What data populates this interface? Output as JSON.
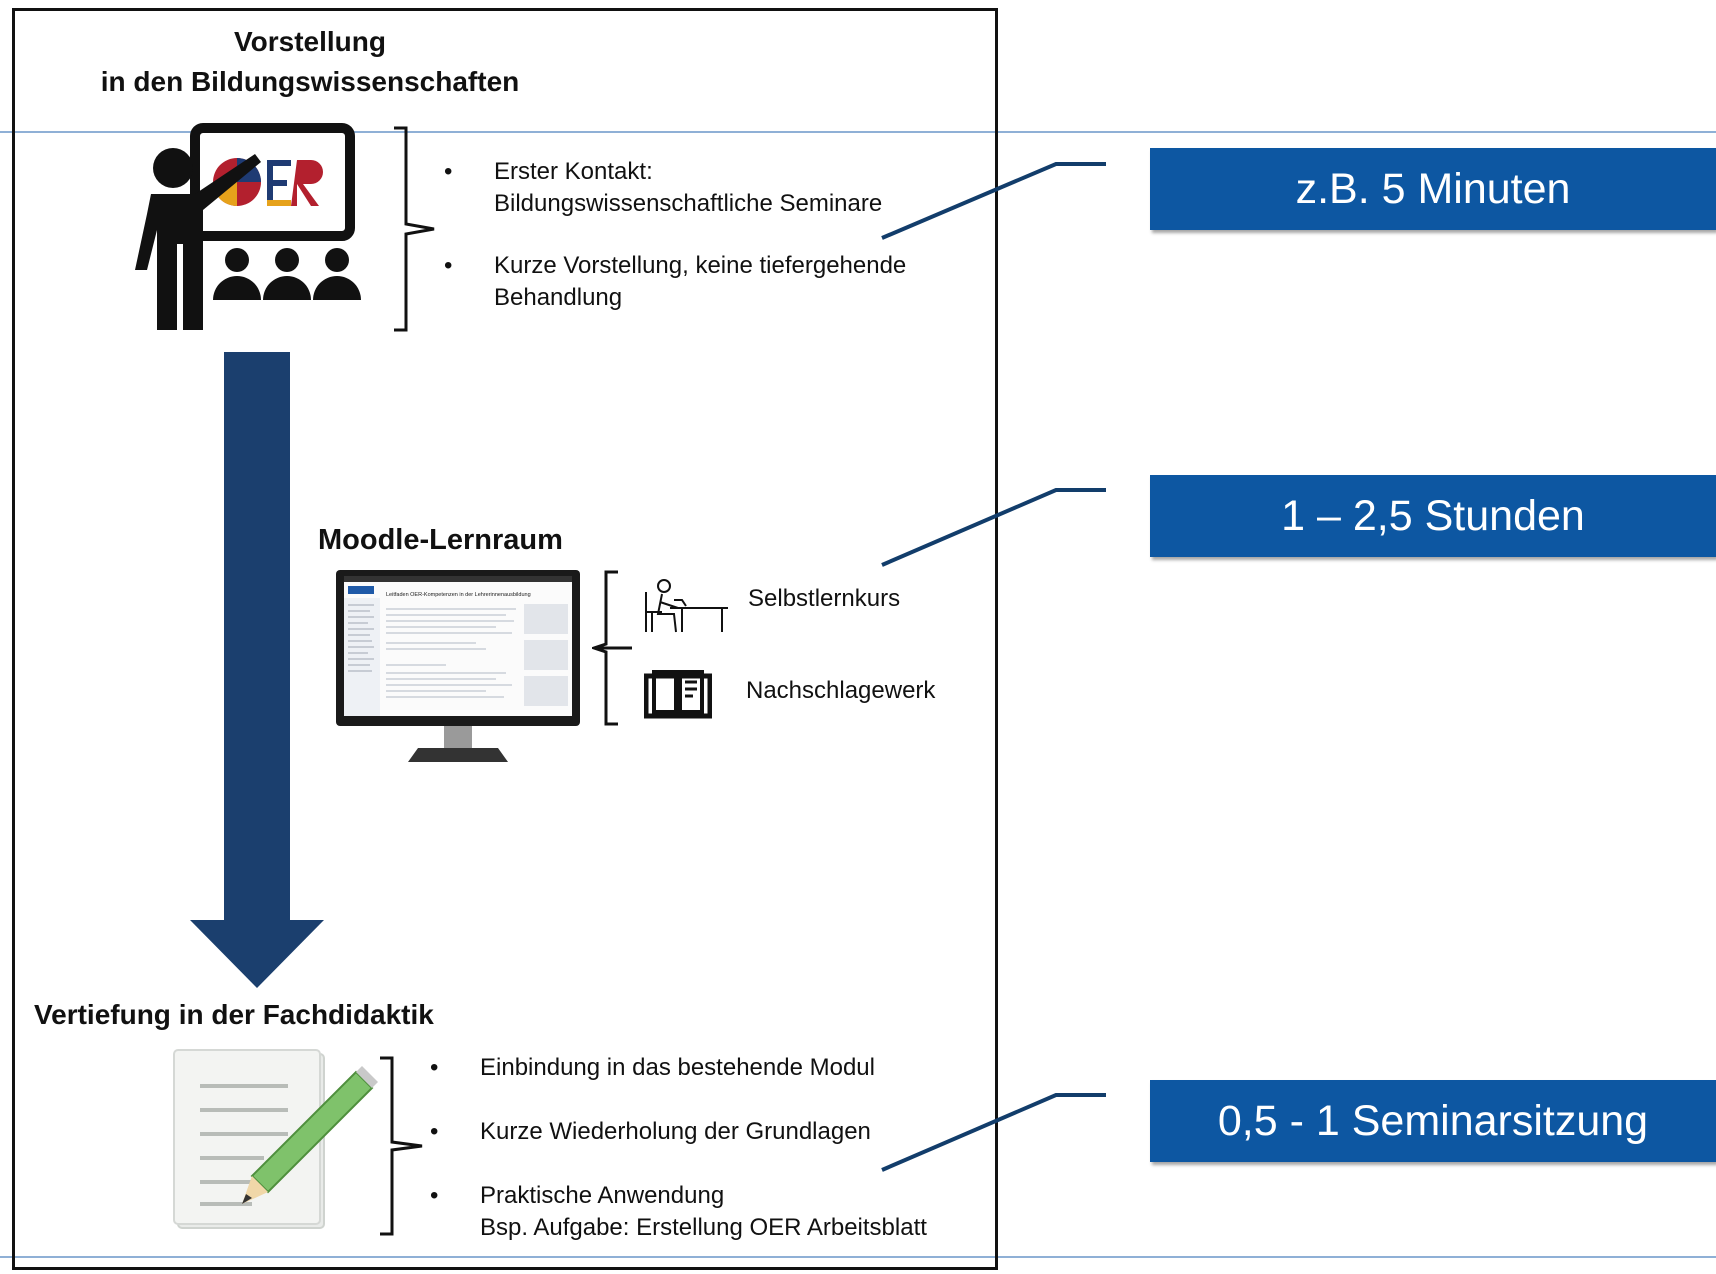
{
  "sections": {
    "intro": {
      "title_line1": "Vorstellung",
      "title_line2": "in den Bildungswissenschaften",
      "bullets": [
        {
          "line1": "Erster Kontakt:",
          "line2": "Bildungswissenschaftliche Seminare"
        },
        {
          "line1": "Kurze Vorstellung, keine tiefergehende",
          "line2": "Behandlung"
        }
      ],
      "logo_text": "OER"
    },
    "moodle": {
      "title": "Moodle-Lernraum",
      "items": [
        "Selbstlernkurs",
        "Nachschlagewerk"
      ],
      "screen_heading": "Leitfaden OER-Kompetenzen in der Lehrerinnenausbildung"
    },
    "deep": {
      "title": "Vertiefung in der Fachdidaktik",
      "bullets": [
        {
          "line1": "Einbindung in das bestehende Modul",
          "line2": ""
        },
        {
          "line1": "Kurze Wiederholung der Grundlagen",
          "line2": ""
        },
        {
          "line1": "Praktische Anwendung",
          "line2": "Bsp.  Aufgabe: Erstellung OER Arbeitsblatt"
        }
      ]
    }
  },
  "durations": [
    "z.B. 5 Minuten",
    "1 – 2,5 Stunden",
    "0,5 - 1 Seminarsitzung"
  ],
  "bullet_char": "•",
  "colors": {
    "duration_box": "#0d57a2",
    "arrow": "#1b3f6e",
    "divider": "#8fb0d6",
    "connector": "#123d6b",
    "oer_red": "#b3202e",
    "oer_blue": "#1f3b73",
    "oer_yellow": "#e6a21b",
    "pencil_green": "#7fc26b"
  },
  "icons": [
    "teacher-presentation-icon",
    "oer-logo-icon",
    "audience-icon",
    "monitor-icon",
    "desk-study-icon",
    "open-book-icon",
    "document-pencil-icon",
    "down-arrow-icon"
  ]
}
